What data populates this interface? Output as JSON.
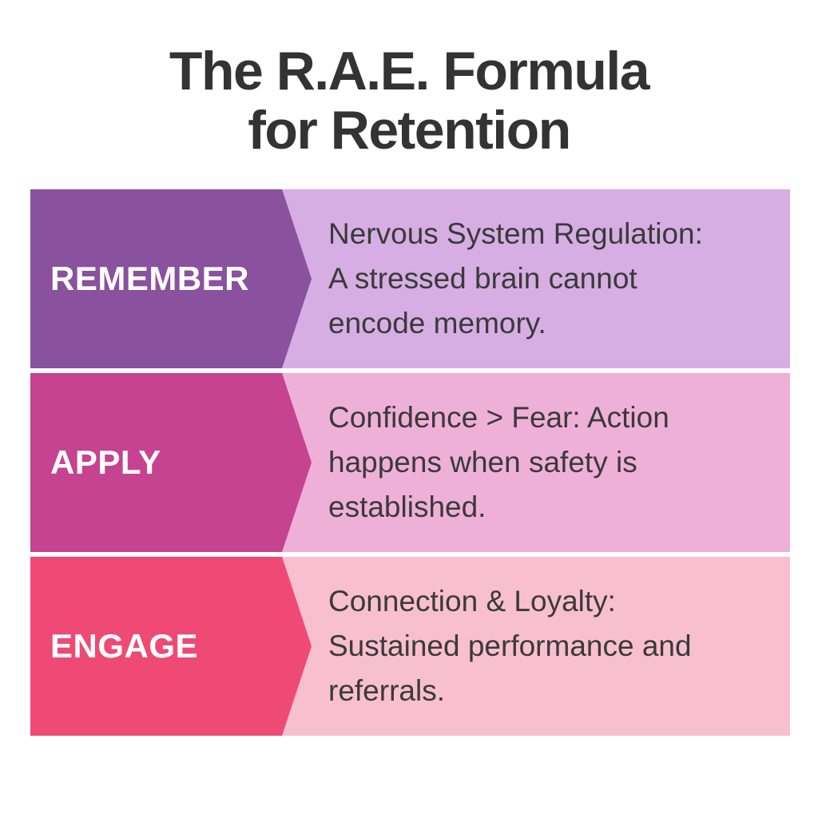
{
  "title": {
    "line1": "The R.A.E. Formula",
    "line2": "for Retention"
  },
  "rows": [
    {
      "label": "REMEMBER",
      "dark_color": "#8a519e",
      "light_color": "#d6aee3",
      "lines": [
        "Nervous System Regulation:",
        "A stressed brain cannot",
        "encode memory."
      ]
    },
    {
      "label": "APPLY",
      "dark_color": "#c54390",
      "light_color": "#efb0d8",
      "lines": [
        "Confidence > Fear: Action",
        "happens when safety is",
        "established."
      ]
    },
    {
      "label": "ENGAGE",
      "dark_color": "#ee4a75",
      "light_color": "#f8bfd1",
      "lines": [
        "Connection & Loyalty:",
        "Sustained performance and",
        "referrals."
      ]
    }
  ],
  "colors": {
    "background": "#ffffff",
    "title_text": "#333333",
    "body_text": "#3a3a3a",
    "label_text": "#ffffff"
  }
}
